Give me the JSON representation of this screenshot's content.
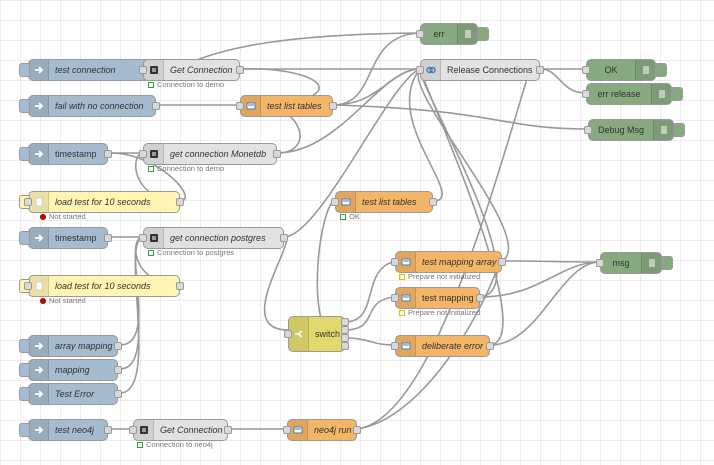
{
  "nodes": {
    "test_connection": "test connection",
    "get_connection_1": "Get Connection",
    "get_connection_1_status": "Connection to demo",
    "fail_no_connection": "fail with no connection",
    "test_list_tables_1": "test list tables",
    "timestamp_1": "timestamp",
    "get_connection_monetdb": "get connection Monetdb",
    "get_connection_monetdb_status": "Connection to demo",
    "load_test_1": "load test for 10 seconds",
    "load_test_1_status": "Not started",
    "timestamp_2": "timestamp",
    "get_connection_postgres": "get connection postgres",
    "get_connection_postgres_status": "Connection to postgres",
    "load_test_2": "load test for 10 seconds",
    "load_test_2_status": "Not started",
    "array_mapping": "array mapping",
    "mapping": "mapping",
    "test_error": "Test Error",
    "test_neo4j": "test neo4j",
    "get_connection_neo4j": "Get Connection",
    "get_connection_neo4j_status": "Connection to neo4j",
    "neo4j_run": "neo4j run",
    "switch": "switch",
    "test_list_tables_2": "test list tables",
    "test_list_tables_2_status": "OK",
    "test_mapping_array": "test mapping array",
    "test_mapping_array_status": "Prepare not initialized",
    "test_mapping": "test mapping",
    "test_mapping_status": "Prepare not initialized",
    "deliberate_error": "deliberate error",
    "err": "err",
    "release_connections": "Release Connections",
    "ok": "OK",
    "err_release": "err release",
    "debug_msg": "Debug Msg",
    "msg": "msg"
  },
  "icons": {
    "inject": "arrow-right-icon",
    "db": "database-icon",
    "query": "document-icon",
    "debug": "list-icon",
    "switch": "switch-icon",
    "loadtest": "lightning-icon"
  }
}
